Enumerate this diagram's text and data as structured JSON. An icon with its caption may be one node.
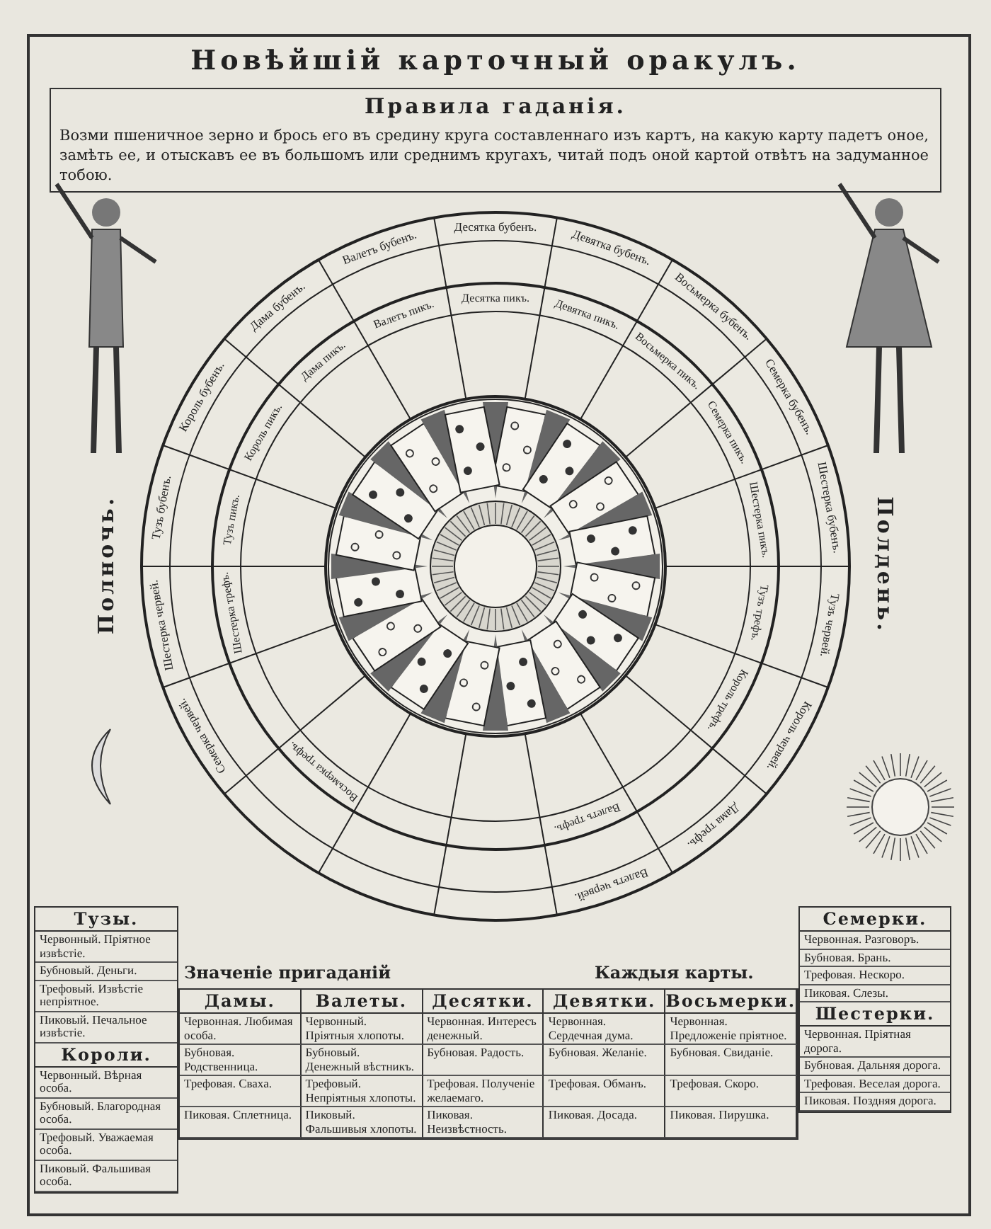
{
  "diagram": {
    "title": "Новѣйшій карточный оракулъ.",
    "labels": [
      "Правила гаданія.",
      "Возми пшеничное зерно и брось его въ средину круга составленнаго изъ картъ, на какую карту падетъ оное, замѣть ее, и отыскавъ ее въ большомъ или среднимъ кругахъ, читай подъ оной картой отвѣтъ на задуманное тобою.",
      "Десятка бубенъ.",
      "Валетъ бубенъ.",
      "Девятка бубенъ.",
      "Дама бубенъ.",
      "Восьмерка бубенъ.",
      "Десятка пикъ.",
      "Валетъ пикъ.",
      "Девятка пикъ.",
      "Дама пикъ.",
      "Восьмерка пикъ.",
      "Король бубенъ.",
      "Семерка бубенъ.",
      "Король пикъ.",
      "Семерка пикъ.",
      "Тузъ бубенъ.",
      "Шестерка бубенъ.",
      "Тузъ пикъ.",
      "Шестерка пикъ.",
      "Полночь.",
      "Полдень.",
      "Шестерка трефъ.",
      "Тузъ трефъ.",
      "Шестерка червей.",
      "Тузъ червей.",
      "Король трефъ.",
      "Семерка червей.",
      "Король червей.",
      "Восьмерка трефъ.",
      "Валетъ трефъ.",
      "Дама трефъ.",
      "Валетъ червей.",
      "Тузы.",
      "Червонный. Пріятное извѣстіе.",
      "Бубновый. Деньги.",
      "Трефовый. Извѣстіе непріятное.",
      "Пиковый. Печальное извѣстіе.",
      "Короли.",
      "Червонный. Вѣрная особа.",
      "Бубновый. Благородная особа.",
      "Трефовый. Уважаемая особа.",
      "Пиковый. Фальшивая особа.",
      "Значеніе пригаданій",
      "Каждыя карты.",
      "Дамы.",
      "Валеты.",
      "Десятки.",
      "Девятки.",
      "Восьмерки.",
      "Червонная. Любимая особа.",
      "Червонный. Пріятныя хлопоты.",
      "Червонная. Интересъ денежный.",
      "Червонная. Сердечная дума.",
      "Червонная. Предложеніе пріятное.",
      "Бубновая. Родственница.",
      "Бубновый. Денежный вѣстникъ.",
      "Бубновая. Радость.",
      "Бубновая. Желаніе.",
      "Бубновая. Свиданіе.",
      "Трефовая. Сваха.",
      "Трефовый. Непріятныя хлопоты.",
      "Трефовая. Полученіе желаемаго.",
      "Трефовая. Обманъ.",
      "Трефовая. Скоро.",
      "Пиковая. Сплетница.",
      "Пиковый. Фальшивыя хлопоты.",
      "Пиковая. Неизвѣстность.",
      "Пиковая. Досада.",
      "Пиковая. Пирушка.",
      "Семерки.",
      "Червонная. Разговоръ.",
      "Бубновая. Брань.",
      "Трефовая. Нескоро.",
      "Пиковая. Слезы.",
      "Шестерки.",
      "Червонная. Пріятная дорога.",
      "Бубновая. Дальняя дорога.",
      "Трефовая. Веселая дорога.",
      "Пиковая. Поздняя дорога."
    ]
  }
}
